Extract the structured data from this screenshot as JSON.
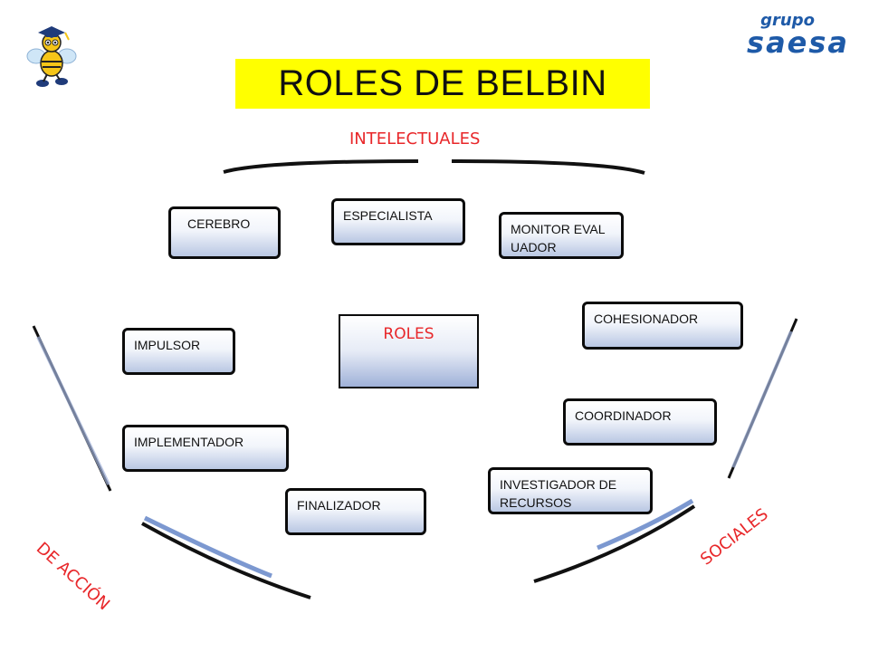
{
  "title": "ROLES DE BELBIN",
  "logo": {
    "top": "grupo",
    "main": "saesa"
  },
  "groups": {
    "intelectuales": "INTELECTUALES",
    "accion": "DE ACCIÓN",
    "sociales": "SOCIALES"
  },
  "center": {
    "label": "ROLES"
  },
  "roles": {
    "cerebro": "CEREBRO",
    "especialista": "ESPECIALISTA",
    "monitor": "MONITOR EVALUADOR",
    "cohesionador": "COHESIONADOR",
    "impulsor": "IMPULSOR",
    "coordinador": "COORDINADOR",
    "implementador": "IMPLEMENTADOR",
    "investigador": "INVESTIGADOR DE RECURSOS",
    "finalizador": "FINALIZADOR"
  },
  "colors": {
    "title_band": "#ffff00",
    "group_label": "#e8272a",
    "logo_blue": "#1e5aa8",
    "bracket_blue": "#5b7ec4"
  },
  "icons": {
    "mascot": "graduate-bee-mascot-icon",
    "logo": "grupo-saesa-logo"
  }
}
